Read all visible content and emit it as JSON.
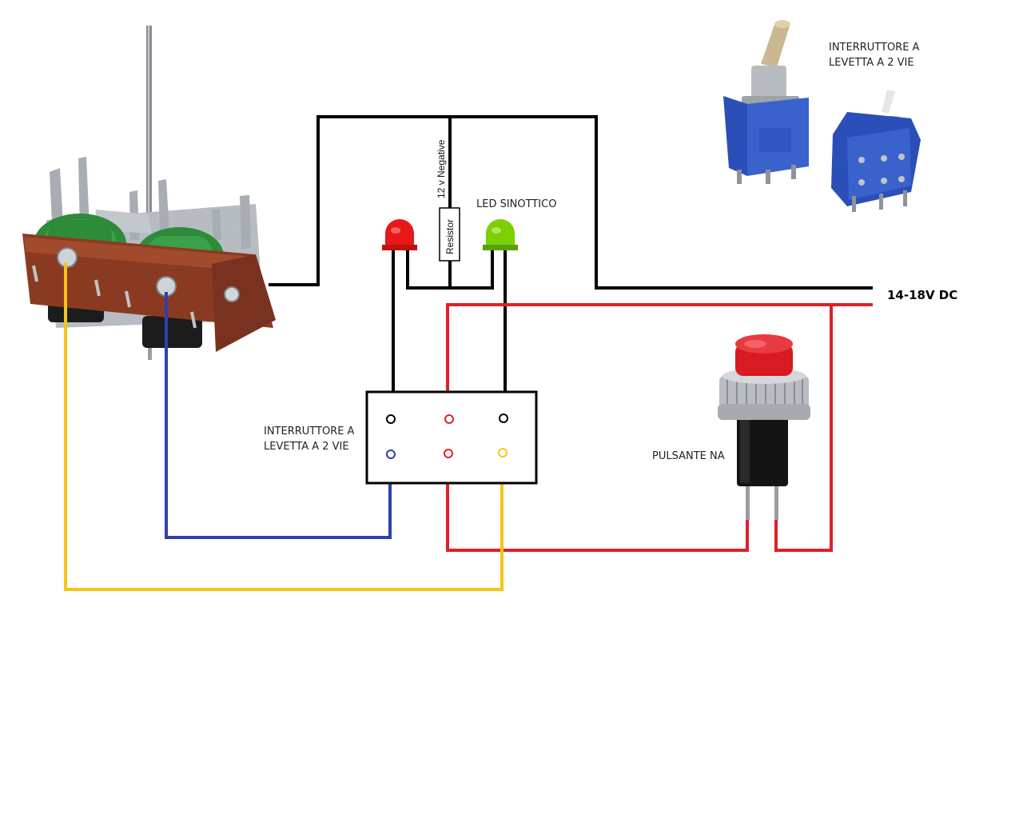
{
  "labels": {
    "toggle_photo": [
      "INTERRUTTORE A",
      "LEVETTA A 2 VIE"
    ],
    "toggle_schematic": [
      "INTERRUTTORE A",
      "LEVETTA A 2 VIE"
    ],
    "led": "LED SINOTTICO",
    "negative": "12 v Negative",
    "resistor": "Resistor",
    "supply": "14-18V DC",
    "button": "PULSANTE NA"
  },
  "colors": {
    "black_wire": "#000000",
    "red_wire": "#e0202a",
    "yellow_wire": "#f5c518",
    "blue_wire": "#2f3fb0",
    "led_red": "#e81818",
    "led_green": "#7ccf00",
    "coil_green": "#2e8b3a",
    "board_brown": "#8b3a22",
    "switch_blue": "#2a4fb8",
    "button_red": "#d81a22"
  },
  "icons": [
    "point-motor-photo",
    "toggle-switch-photo",
    "push-button-photo",
    "led-red-icon",
    "led-green-icon",
    "resistor-icon"
  ]
}
